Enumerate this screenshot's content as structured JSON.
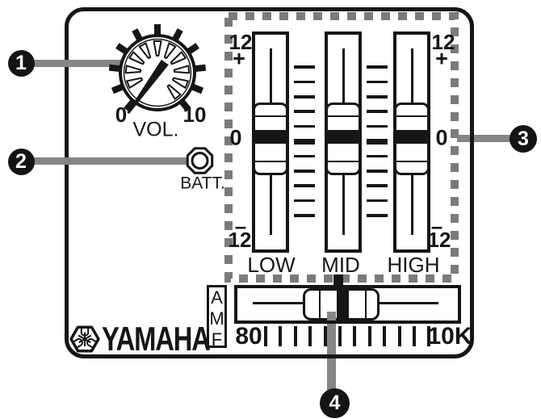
{
  "device_panel": {
    "brand": "YAMAHA",
    "volume_knob": {
      "label": "VOL.",
      "min": "0",
      "max": "10"
    },
    "battery_indicator": {
      "label": "BATT."
    },
    "equalizer": {
      "band_labels": [
        "LOW",
        "MID",
        "HIGH"
      ],
      "scale": {
        "max": "12",
        "plus": "+",
        "center": "0",
        "minus": "–",
        "min": "12"
      },
      "tick_count": 11
    },
    "amf": {
      "letters": [
        "A",
        "M",
        "F"
      ],
      "scale_min": "80",
      "scale_max": "10K",
      "tick_count": 12
    }
  },
  "callouts": {
    "volume": "1",
    "battery": "2",
    "equalizer": "3",
    "amf": "4"
  },
  "colors": {
    "ink": "#161616",
    "connector": "#868686",
    "dash": "#7b7b7b"
  }
}
